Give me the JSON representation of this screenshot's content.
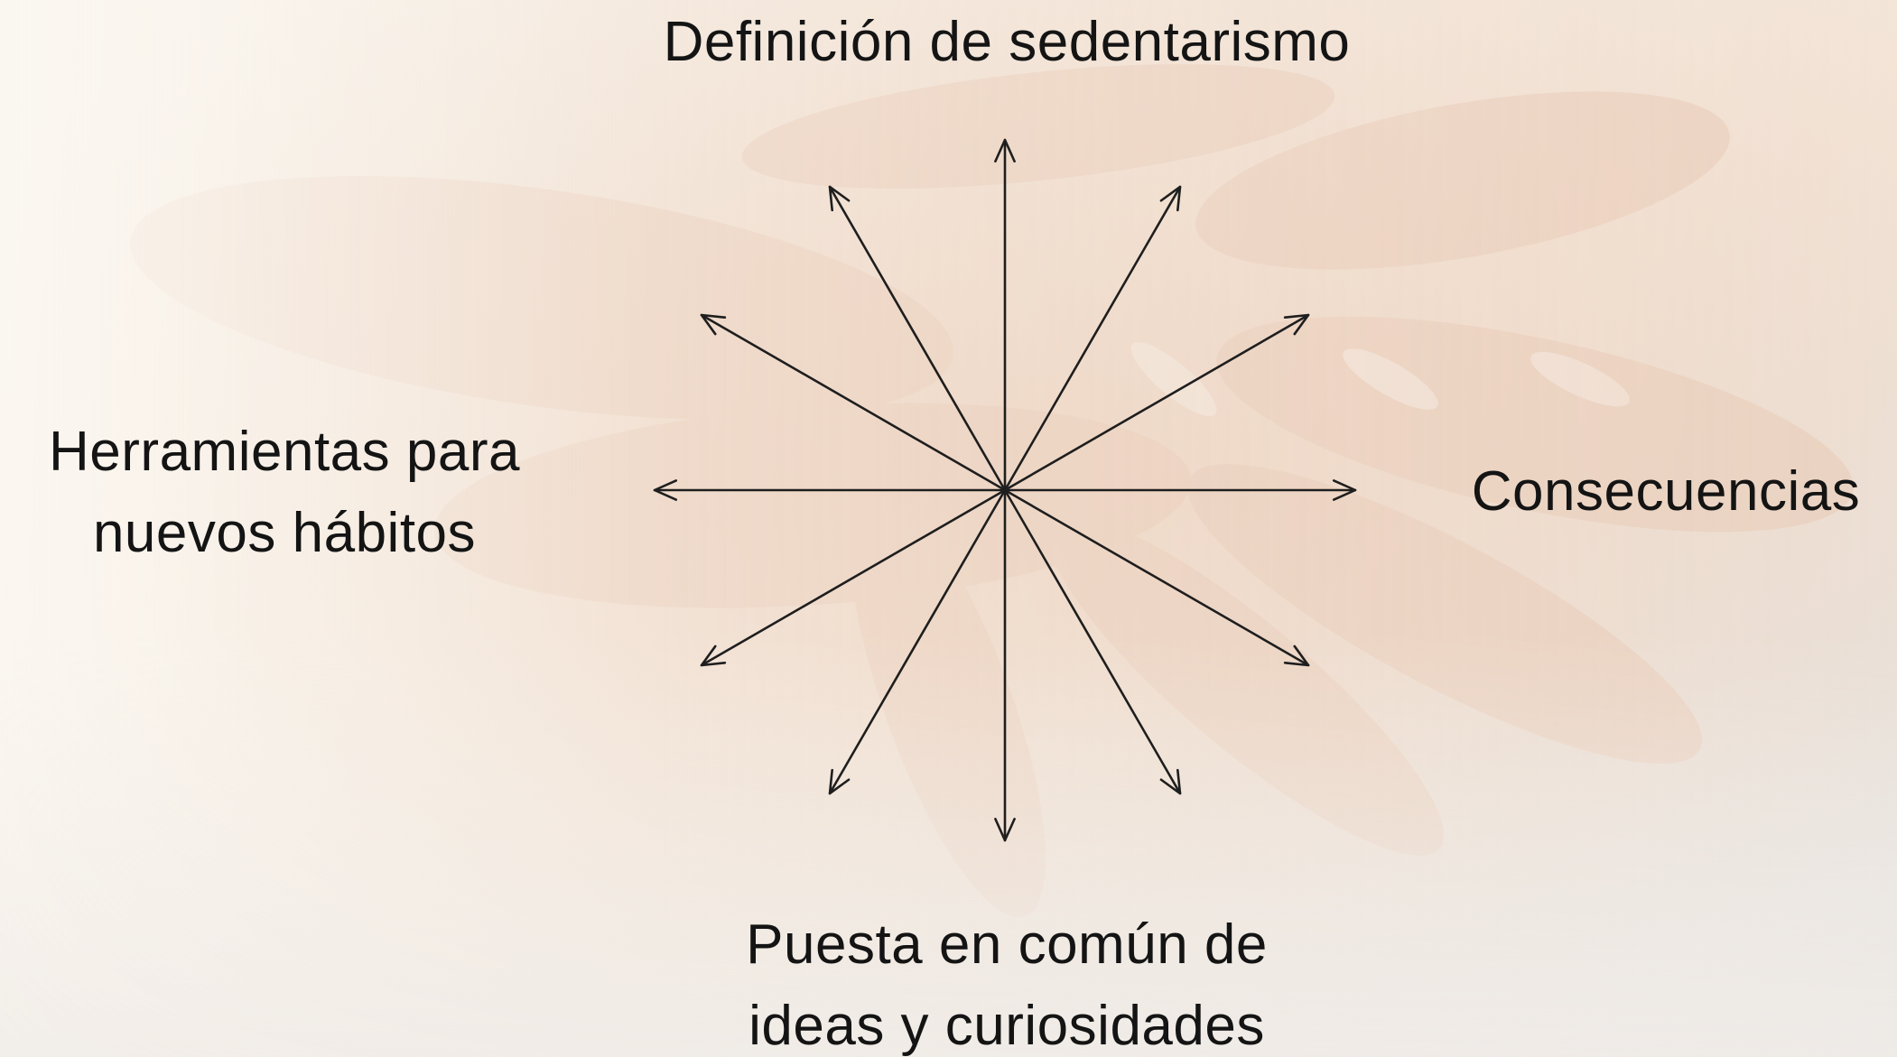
{
  "diagram": {
    "labels": {
      "top": [
        "Definición de sedentarismo"
      ],
      "left": [
        "Herramientas para",
        "nuevos hábitos"
      ],
      "right": [
        "Consecuencias"
      ],
      "bottom": [
        "Puesta en común de",
        "ideas y curiosidades"
      ]
    },
    "arrow_count": 12,
    "arrow_color": "#1e1e1e"
  },
  "background": {
    "description_colors": [
      "#f9f4ee",
      "#efd8c6",
      "#e6c7b2",
      "#dcd9d6"
    ]
  }
}
